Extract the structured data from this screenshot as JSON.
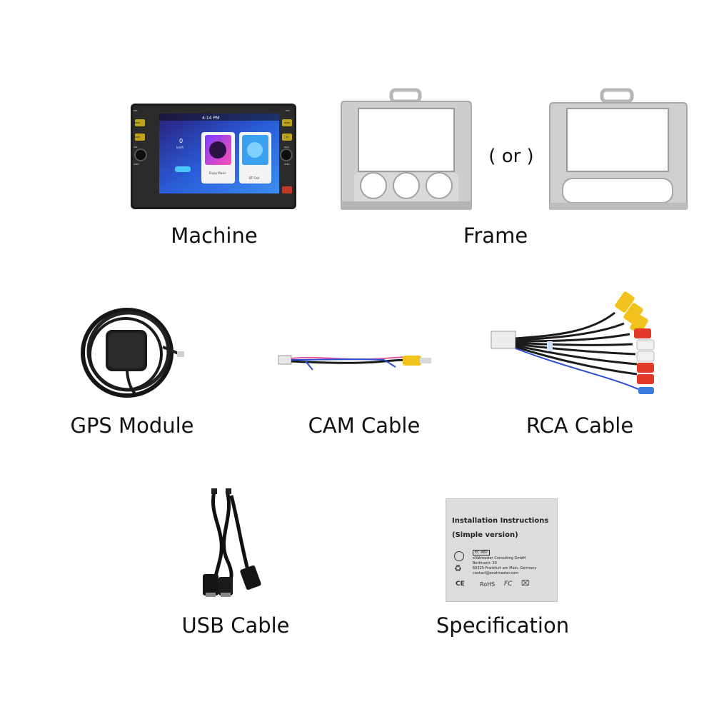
{
  "labels": {
    "machine": "Machine",
    "frame": "Frame",
    "or": "( or )",
    "gps": "GPS Module",
    "cam": "CAM Cable",
    "rca": "RCA Cable",
    "usb": "USB Cable",
    "spec": "Specification"
  },
  "screen": {
    "time": "4:14 PM",
    "music_label": "Enjoy Music",
    "call_label": "BT Call",
    "speed": "0",
    "speed_unit": "km/h",
    "left_buttons": [
      "MIC",
      "MENU",
      "MODE",
      "VOL",
      "Q/RE"
    ],
    "right_buttons": [
      "RST",
      "BAND",
      "EQ",
      "PLAY",
      "SEEK"
    ]
  },
  "booklet": {
    "title": "Installation Instructions",
    "subtitle": "(Simple version)",
    "ec_rep": "EC REP",
    "company": "eVatmaster Consulting GmbH",
    "addr1": "Bettinastr. 30",
    "addr2": "60325 Frankfurt am Main, Germany",
    "email": "contact@evatmaster.com",
    "marks": [
      "CE",
      "RoHS",
      "FC",
      "⌧"
    ]
  },
  "colors": {
    "frame_silver": "#c9c9c9",
    "screen_blue": "#2a5bd7",
    "cable_black": "#1b1b1b"
  }
}
